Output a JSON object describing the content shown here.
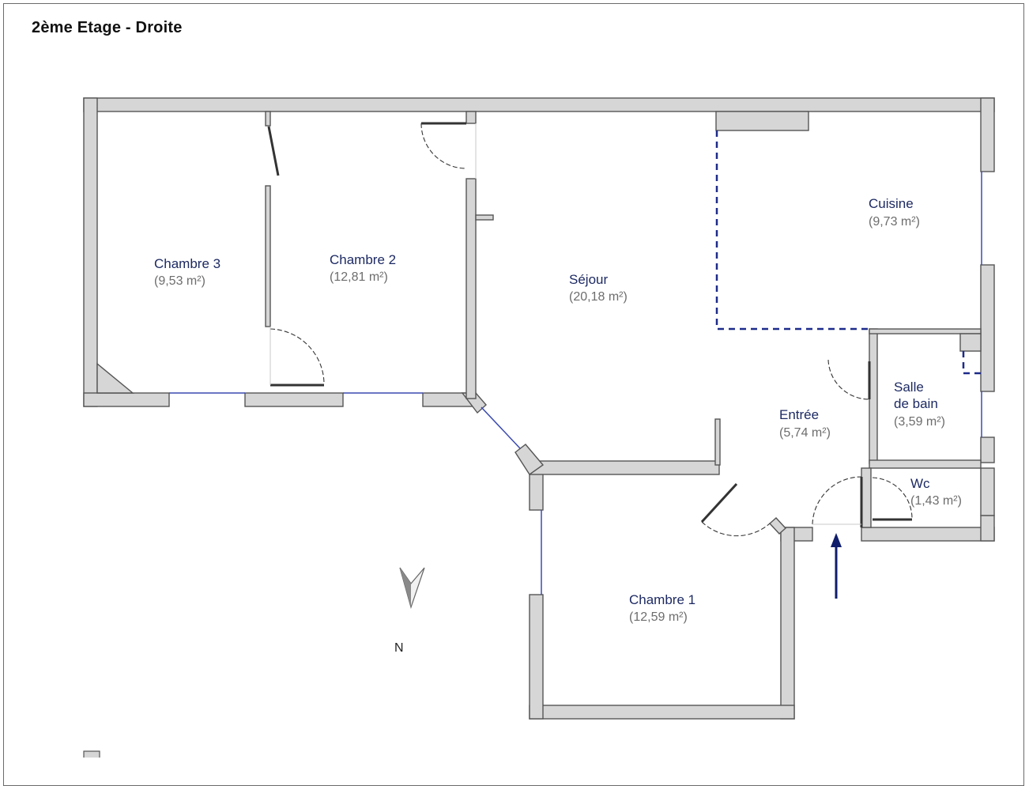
{
  "title": "2ème Etage - Droite",
  "rooms": {
    "chambre3": {
      "name": "Chambre 3",
      "area": "(9,53 m²)"
    },
    "chambre2": {
      "name": "Chambre 2",
      "area": "(12,81 m²)"
    },
    "sejour": {
      "name": "Séjour",
      "area": "(20,18 m²)"
    },
    "cuisine": {
      "name": "Cuisine",
      "area": "(9,73 m²)"
    },
    "entree": {
      "name": "Entrée",
      "area": "(5,74 m²)"
    },
    "salle_de_bain": {
      "name_line1": "Salle",
      "name_line2": "de bain",
      "area": "(3,59 m²)"
    },
    "wc": {
      "name": "Wc",
      "area": "(1,43 m²)"
    },
    "chambre1": {
      "name": "Chambre 1",
      "area": "(12,59 m²)"
    }
  },
  "compass": {
    "label": "N",
    "icon": "north-arrow-icon"
  },
  "colors": {
    "wall_fill": "#d6d6d6",
    "wall_stroke": "#555555",
    "label_blue": "#1d2a63",
    "area_grey": "#6d6d6d",
    "dashed_line": "#1d2a8a",
    "entry_arrow": "#0f1d6b",
    "window_line": "#3a4ab0"
  }
}
